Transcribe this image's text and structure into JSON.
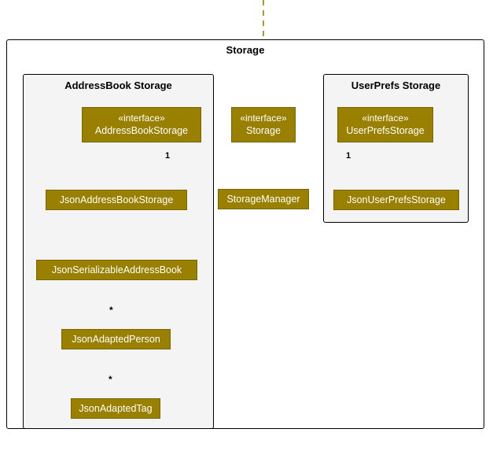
{
  "diagram": {
    "type": "uml-class-diagram",
    "outer_package": {
      "title": "Storage"
    },
    "colors": {
      "node_fill": "#998000",
      "node_text": "#ffffff",
      "edge": "#998000",
      "panel_background": "#f4f4f4",
      "frame_background": "#ffffff",
      "frame_border": "#000000"
    },
    "packages": [
      {
        "id": "addressbook",
        "title": "AddressBook Storage"
      },
      {
        "id": "userprefs",
        "title": "UserPrefs Storage"
      }
    ],
    "nodes": [
      {
        "id": "addressBookStorage",
        "stereotype": "« interface »",
        "stereotype_text": "«interface»",
        "name": "AddressBookStorage",
        "kind": "interface"
      },
      {
        "id": "storage",
        "stereotype_text": "«interface»",
        "name": "Storage",
        "kind": "interface"
      },
      {
        "id": "userPrefsStorage",
        "stereotype_text": "«interface»",
        "name": "UserPrefsStorage",
        "kind": "interface"
      },
      {
        "id": "jsonAddressBookStorage",
        "stereotype_text": "",
        "name": "JsonAddressBookStorage",
        "kind": "class"
      },
      {
        "id": "storageManager",
        "stereotype_text": "",
        "name": "StorageManager",
        "kind": "class"
      },
      {
        "id": "jsonUserPrefsStorage",
        "stereotype_text": "",
        "name": "JsonUserPrefsStorage",
        "kind": "class"
      },
      {
        "id": "jsonSerializableAddressBook",
        "stereotype_text": "",
        "name": "JsonSerializableAddressBook",
        "kind": "class"
      },
      {
        "id": "jsonAdaptedPerson",
        "stereotype_text": "",
        "name": "JsonAdaptedPerson",
        "kind": "class"
      },
      {
        "id": "jsonAdaptedTag",
        "stereotype_text": "",
        "name": "JsonAdaptedTag",
        "kind": "class"
      }
    ],
    "edges": [
      {
        "id": "e-external-storage",
        "from": "external",
        "to": "storage",
        "style": "dashed",
        "arrow": "open",
        "label": ""
      },
      {
        "id": "e-storage-abs",
        "from": "storage",
        "to": "addressBookStorage",
        "style": "solid",
        "arrow": "triangle",
        "label": ""
      },
      {
        "id": "e-storage-ups",
        "from": "storage",
        "to": "userPrefsStorage",
        "style": "solid",
        "arrow": "triangle",
        "label": ""
      },
      {
        "id": "e-jabs-abs",
        "from": "jsonAddressBookStorage",
        "to": "addressBookStorage",
        "style": "dashed",
        "arrow": "triangle",
        "label": ""
      },
      {
        "id": "e-sm-storage",
        "from": "storageManager",
        "to": "storage",
        "style": "dashed",
        "arrow": "triangle",
        "label": ""
      },
      {
        "id": "e-sm-abs",
        "from": "storageManager",
        "to": "addressBookStorage",
        "style": "solid",
        "arrow": "open",
        "label": "1"
      },
      {
        "id": "e-sm-ups",
        "from": "storageManager",
        "to": "userPrefsStorage",
        "style": "solid",
        "arrow": "open",
        "label": "1"
      },
      {
        "id": "e-jups-ups",
        "from": "jsonUserPrefsStorage",
        "to": "userPrefsStorage",
        "style": "dashed",
        "arrow": "triangle",
        "label": ""
      },
      {
        "id": "e-jabs-jsab",
        "from": "jsonAddressBookStorage",
        "to": "jsonSerializableAddressBook",
        "style": "dashed",
        "arrow": "open",
        "label": ""
      },
      {
        "id": "e-jsab-jap",
        "from": "jsonSerializableAddressBook",
        "to": "jsonAdaptedPerson",
        "style": "solid",
        "arrow": "open",
        "label": "*"
      },
      {
        "id": "e-jap-jat",
        "from": "jsonAdaptedPerson",
        "to": "jsonAdaptedTag",
        "style": "solid",
        "arrow": "open",
        "label": "*"
      }
    ],
    "multiplicity_labels": [
      {
        "id": "mult-abs",
        "text": "1"
      },
      {
        "id": "mult-ups",
        "text": "1"
      },
      {
        "id": "star-jap",
        "text": "*"
      },
      {
        "id": "star-jat",
        "text": "*"
      }
    ]
  }
}
